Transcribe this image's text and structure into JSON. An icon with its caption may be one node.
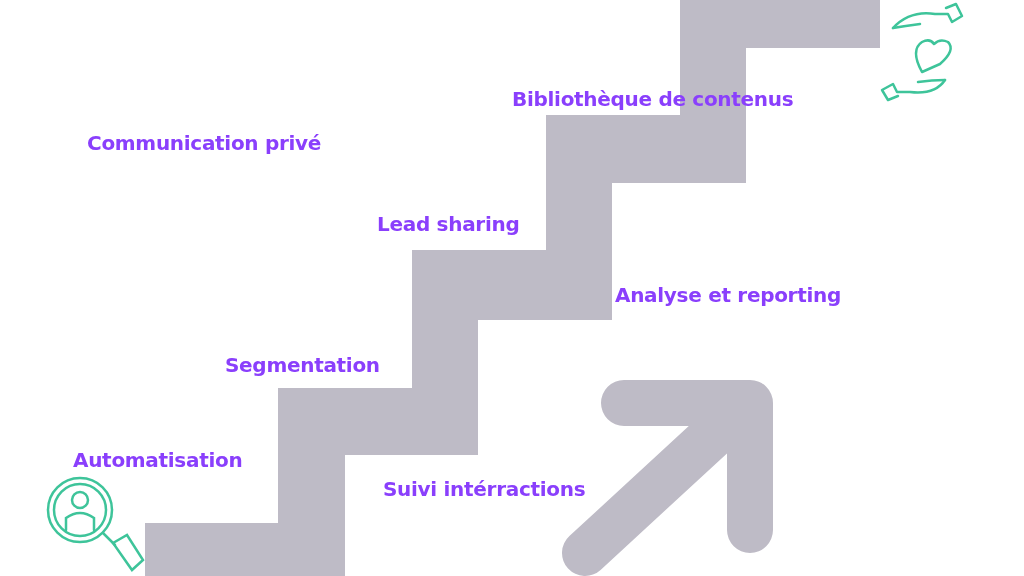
{
  "diagram": {
    "labels": [
      "Bibliothèque de contenus",
      "Communication privé",
      "Lead sharing",
      "Analyse et reporting",
      "Segmentation",
      "Automatisation",
      "Suivi intérractions"
    ]
  }
}
